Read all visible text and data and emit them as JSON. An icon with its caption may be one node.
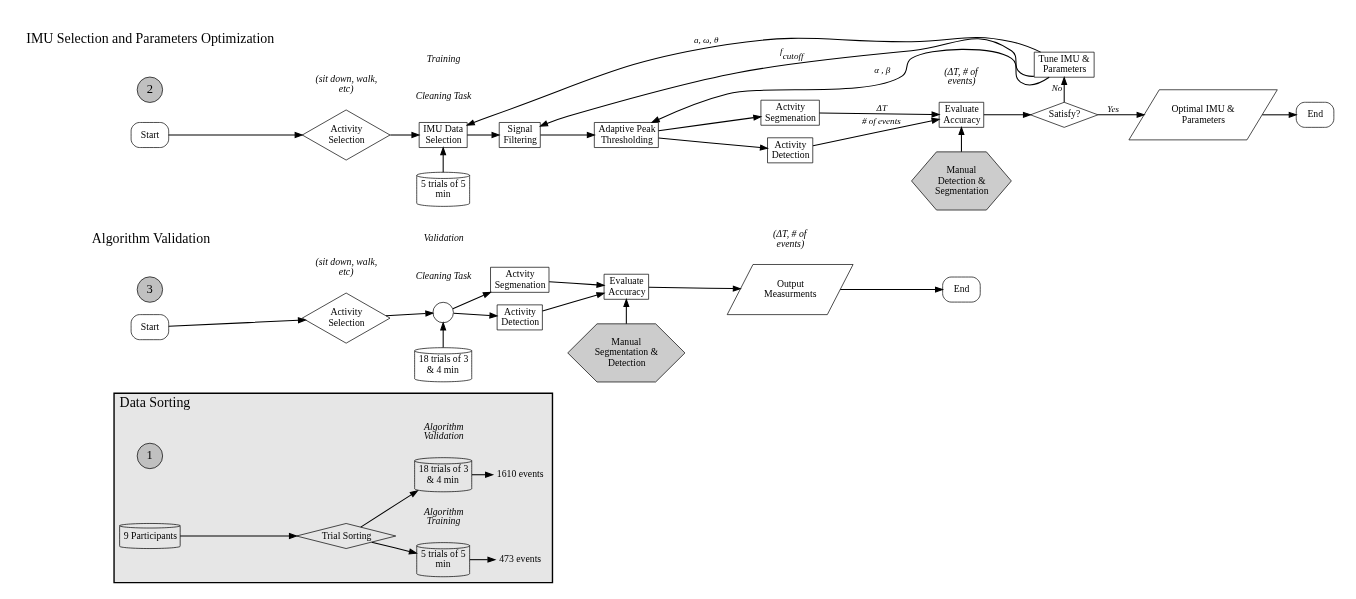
{
  "diagram": {
    "nodes": [
      {
        "text": [
          "Data Sorting"
        ]
      },
      {
        "text": [
          "1"
        ],
        "in": 0
      },
      {
        "text": [
          "9 Participants"
        ],
        "in": 0
      },
      {
        "text": [
          "Trial Sorting"
        ],
        "in": 0
      },
      {
        "text": [
          "5 trials of 5 min"
        ],
        "in": 0,
        "beside": [
          "Algorithm Training"
        ]
      },
      {
        "text": [
          "18 trials of 3 & 4 min"
        ],
        "in": 0,
        "beside": [
          "Algorithm Validation"
        ]
      },
      {
        "text": [
          "473 events"
        ],
        "in": 0
      },
      {
        "text": [
          "1610 events"
        ],
        "in": 0
      },
      {
        "text": [
          "3"
        ]
      },
      {
        "text": [
          "Start"
        ]
      },
      {
        "text": [
          "Activity Selection"
        ],
        "beside": [
          "(sit down, walk, etc)"
        ]
      },
      {
        "text": [
          "18 trials of 3 & 4 min"
        ],
        "beside": [
          "Validation",
          "Cleaning Task"
        ]
      },
      {
        "text": [],
        "shape": "circle"
      },
      {
        "text": [
          "Activity Detection"
        ]
      },
      {
        "text": [
          "Actvity Segmenation"
        ]
      },
      {
        "text": [
          "Manual Segmentation & Detection"
        ]
      },
      {
        "text": [
          "Evaluate Accuracy"
        ]
      },
      {
        "text": [
          "Output Measurments"
        ],
        "beside": [
          "(ΔT, # of events)"
        ]
      },
      {
        "text": [
          "End"
        ]
      },
      {
        "text": [
          "2"
        ]
      },
      {
        "text": [
          "Start"
        ]
      },
      {
        "text": [
          "Activity Selection"
        ],
        "beside": [
          "(sit down, walk, etc)"
        ]
      },
      {
        "text": [
          "5 trials of 5 min"
        ],
        "beside": [
          "Training",
          "Cleaning Task"
        ]
      },
      {
        "text": [
          "IMU Data Selection"
        ]
      },
      {
        "text": [
          "Signal Filtering"
        ]
      },
      {
        "text": [
          "Adaptive Peak Thresholding"
        ]
      },
      {
        "text": [
          "Activity Detection"
        ]
      },
      {
        "text": [
          "Actvity Segmenation"
        ]
      },
      {
        "text": [
          "Manual Detection & Segmentation"
        ]
      },
      {
        "text": [
          "Evaluate Accuracy"
        ],
        "beside": [
          "(ΔT, # of events)"
        ]
      },
      {
        "text": [
          "Satisfy?"
        ]
      },
      {
        "text": [
          "Optimal IMU & Parameters"
        ]
      },
      {
        "text": [
          "End"
        ]
      },
      {
        "text": [
          "Tune IMU & Parameters"
        ]
      }
    ],
    "edges": [
      {
        "from": 2,
        "to": 3,
        "arrow": "to"
      },
      {
        "from": 3,
        "to": 4,
        "arrow": "to"
      },
      {
        "from": 3,
        "to": 5,
        "arrow": "to"
      },
      {
        "from": 4,
        "to": 6,
        "arrow": "to"
      },
      {
        "from": 5,
        "to": 7,
        "arrow": "to"
      },
      {
        "from": 9,
        "to": 10,
        "arrow": "to"
      },
      {
        "from": 10,
        "to": 12,
        "arrow": "to"
      },
      {
        "from": 11,
        "to": 12,
        "arrow": "to"
      },
      {
        "from": 12,
        "to": 13,
        "arrow": "to"
      },
      {
        "from": 12,
        "to": 14,
        "arrow": "to"
      },
      {
        "from": 13,
        "to": 16,
        "arrow": "to"
      },
      {
        "from": 14,
        "to": 16,
        "arrow": "to"
      },
      {
        "from": 15,
        "to": 16,
        "arrow": "to"
      },
      {
        "from": 16,
        "to": 17,
        "arrow": "to"
      },
      {
        "from": 17,
        "to": 18,
        "arrow": "to"
      },
      {
        "from": 20,
        "to": 21,
        "arrow": "to"
      },
      {
        "from": 21,
        "to": 23,
        "arrow": "to"
      },
      {
        "from": 22,
        "to": 23,
        "arrow": "to"
      },
      {
        "from": 23,
        "to": 24,
        "arrow": "to"
      },
      {
        "from": 24,
        "to": 25,
        "arrow": "to"
      },
      {
        "from": 25,
        "to": 26,
        "arrow": "to"
      },
      {
        "from": 25,
        "to": 27,
        "arrow": "to"
      },
      {
        "from": 26,
        "to": 29,
        "arrow": "to",
        "label": "# of events"
      },
      {
        "from": 27,
        "to": 29,
        "arrow": "to",
        "label": "ΔT"
      },
      {
        "from": 28,
        "to": 29,
        "arrow": "to"
      },
      {
        "from": 29,
        "to": 30,
        "arrow": "to"
      },
      {
        "from": 30,
        "to": 31,
        "arrow": "to",
        "label": "Yes"
      },
      {
        "from": 31,
        "to": 32,
        "arrow": "to"
      },
      {
        "from": 30,
        "to": 33,
        "arrow": "to",
        "label": "No"
      },
      {
        "from": 33,
        "to": 23,
        "arrow": "to",
        "label": "a, ω, θ"
      },
      {
        "from": 33,
        "to": 24,
        "arrow": "to",
        "label": "f$_{cutoff}$"
      },
      {
        "from": 33,
        "to": 25,
        "arrow": "to",
        "label": "α , β"
      }
    ],
    "labels": [
      "Algorithm Validation",
      "IMU Selection and Parameters Optimization"
    ]
  }
}
